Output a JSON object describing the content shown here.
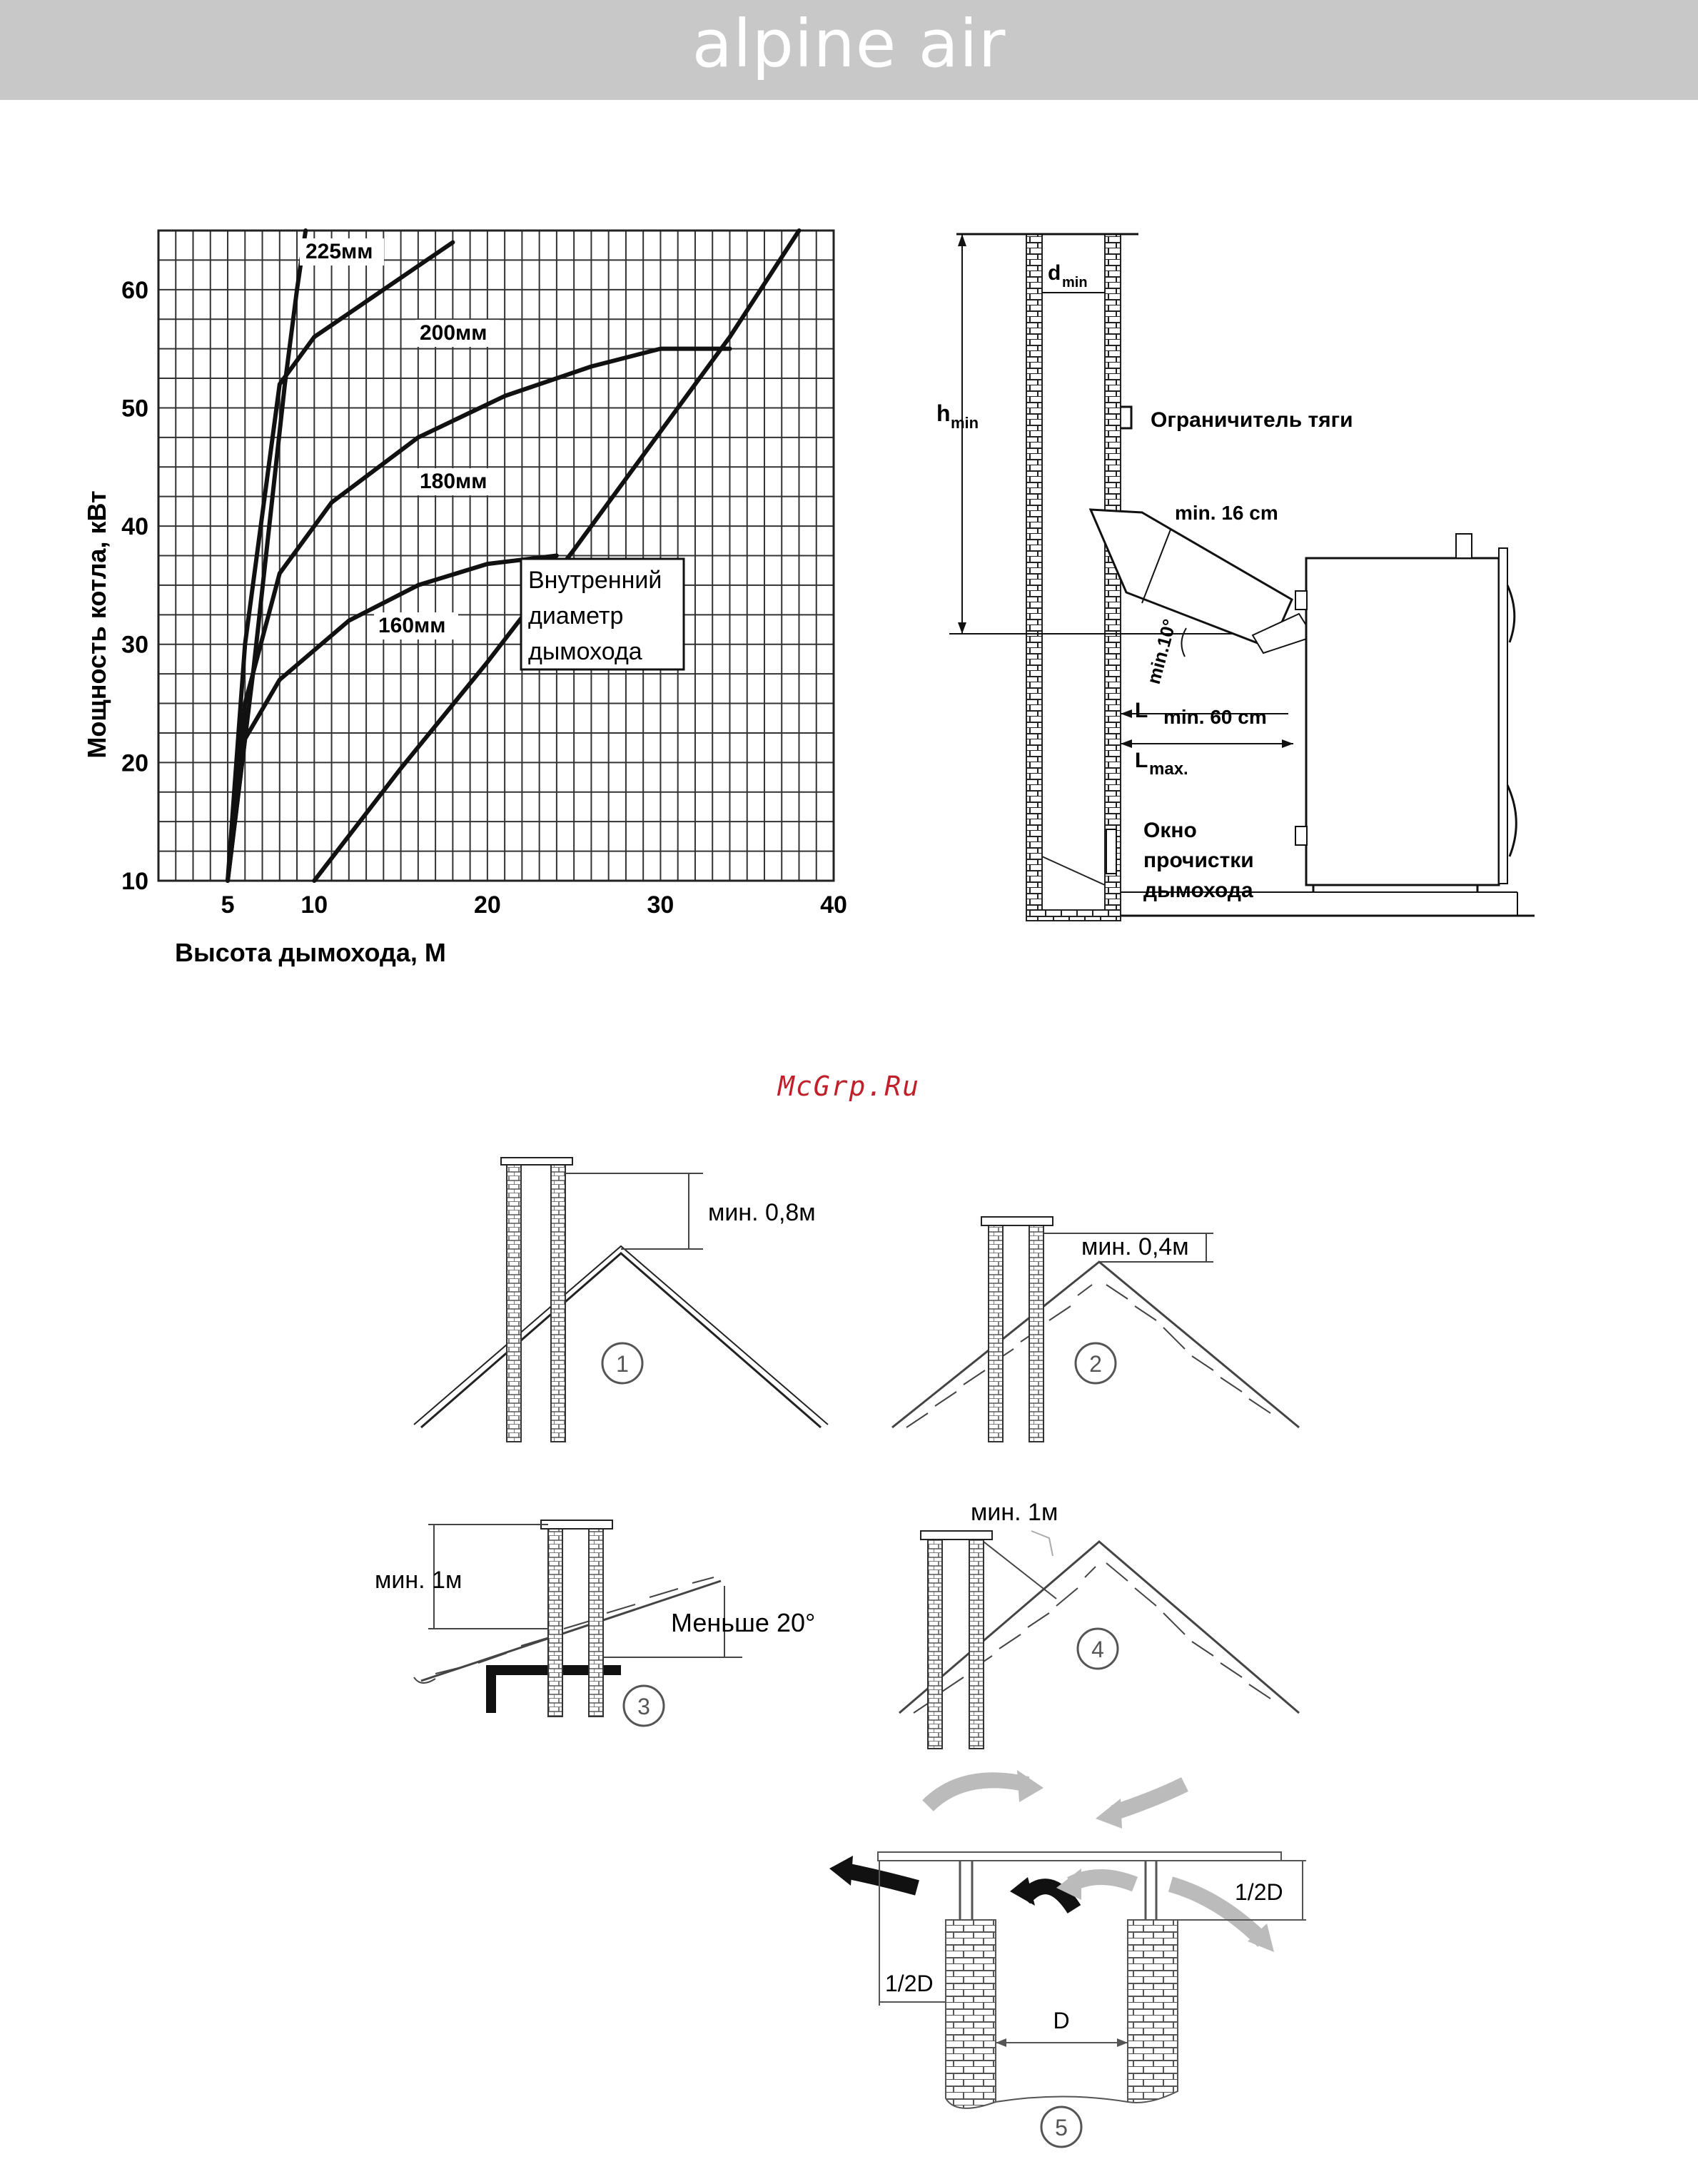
{
  "header": {
    "brand": "alpine air"
  },
  "watermark": "McGrp.Ru",
  "chart_data": {
    "type": "line",
    "xlabel": "Высота дымохода, М",
    "ylabel": "Мощность котла, кВт",
    "xlim": [
      1,
      40
    ],
    "ylim": [
      10,
      65
    ],
    "x_ticks": [
      "5",
      "10",
      "20",
      "30",
      "40"
    ],
    "y_ticks": [
      "10",
      "20",
      "30",
      "40",
      "50",
      "60"
    ],
    "grid": true,
    "legend_box": [
      "Внутренний",
      "диаметр",
      "дымохода"
    ],
    "series": [
      {
        "name": "225мм",
        "points": [
          [
            5,
            10
          ],
          [
            6,
            30
          ],
          [
            8,
            52
          ],
          [
            10,
            56
          ],
          [
            13,
            59
          ],
          [
            16,
            62
          ],
          [
            18,
            64
          ]
        ]
      },
      {
        "name": "200мм",
        "points": [
          [
            5,
            10
          ],
          [
            6,
            25
          ],
          [
            8,
            36
          ],
          [
            11,
            42
          ],
          [
            16,
            47.5
          ],
          [
            21,
            51
          ],
          [
            26,
            53.5
          ],
          [
            30,
            55
          ],
          [
            34,
            55
          ]
        ]
      },
      {
        "name": "180мм",
        "points": [
          [
            5,
            10
          ],
          [
            5.5,
            16
          ],
          [
            6,
            22
          ],
          [
            8,
            27
          ],
          [
            12,
            32
          ],
          [
            16,
            35
          ],
          [
            20,
            36.8
          ],
          [
            24,
            37.5
          ]
        ]
      },
      {
        "name": "160мм",
        "points": [
          [
            10,
            10
          ],
          [
            15,
            19.5
          ],
          [
            20,
            28.5
          ],
          [
            25,
            38
          ],
          [
            30,
            48
          ],
          [
            34,
            56
          ],
          [
            38,
            65
          ]
        ]
      },
      {
        "name": "",
        "points": [
          [
            5,
            10
          ],
          [
            6.5,
            28
          ],
          [
            8.3,
            52
          ],
          [
            9,
            60
          ],
          [
            9.5,
            65
          ]
        ]
      }
    ]
  },
  "chimney_diagram": {
    "d_min": "d",
    "d_min_sub": "min",
    "h_min": "h",
    "h_min_sub": "min",
    "limiter": "Ограничитель тяги",
    "min_16": "min. 16 cm",
    "min_10": "min.10°",
    "l_min": "L",
    "l_min_text": "min. 60 cm",
    "l_max": "L",
    "l_max_sub": "max.",
    "cleanout": [
      "Окно",
      "прочистки",
      "дымохода"
    ]
  },
  "roof_figures": {
    "fig1": {
      "number": "1",
      "dim": "мин. 0,8м"
    },
    "fig2": {
      "number": "2",
      "dim": "мин. 0,4м"
    },
    "fig3": {
      "number": "3",
      "dim": "мин. 1м",
      "angle": "Меньше 20°"
    },
    "fig4": {
      "number": "4",
      "dim": "мин. 1м"
    },
    "fig5": {
      "number": "5",
      "half_left": "1/2D",
      "half_right": "1/2D",
      "d": "D"
    }
  }
}
